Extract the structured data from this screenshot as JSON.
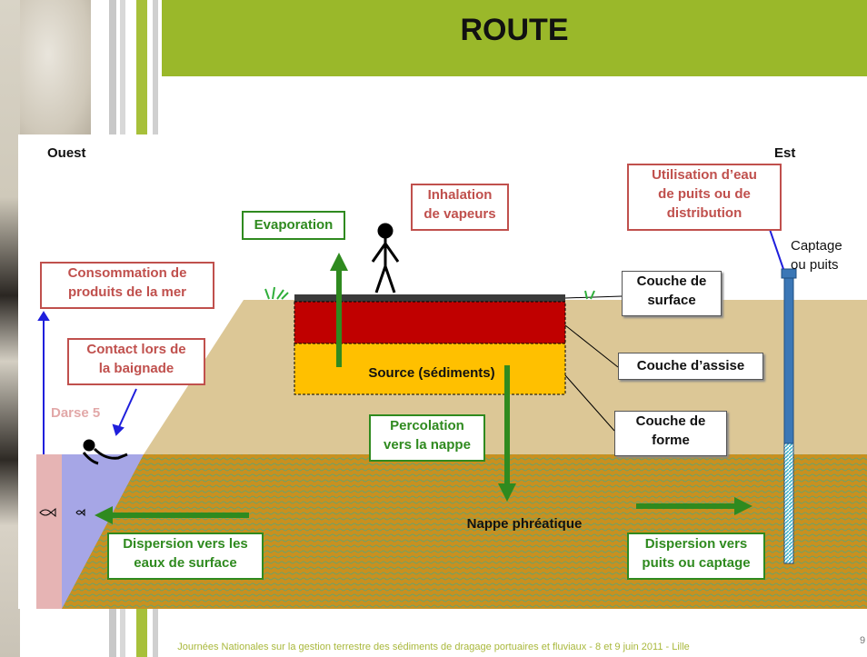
{
  "slide": {
    "title": "ROUTE",
    "footer": "Journées Nationales sur la gestion terrestre des sédiments de dragage portuaires et fluviaux - 8 et 9 juin 2011 - Lille",
    "page_number": "9"
  },
  "diagram": {
    "west": "Ouest",
    "east": "Est",
    "inhalation": "Inhalation\nde vapeurs",
    "evaporation": "Evaporation",
    "well_use": "Utilisation d’eau\nde puits ou de\ndistribution",
    "well": "Captage\nou puits",
    "seafood": "Consommation de\nproduits de la mer",
    "swimming": "Contact lors de\nla baignade",
    "darse": "Darse 5",
    "source": "Source (sédiments)",
    "surface_layer": "Couche de\nsurface",
    "base_layer": "Couche d’assise",
    "form_layer": "Couche de\nforme",
    "percolation": "Percolation\nvers la nappe",
    "water_table": "Nappe phréatique",
    "dispersion_surface": "Dispersion vers les\neaux de surface",
    "dispersion_well": "Dispersion vers\npuits ou captage"
  },
  "colors": {
    "title_bar": "#9ab82a",
    "red_label": "#c0504d",
    "green_label": "#2f8a1f",
    "soil": "#dcc796",
    "groundwater": "#c98a1e",
    "surface_layer": "#c00000",
    "source_layer": "#ffc000",
    "sea": "#a6a6e6",
    "darse": "#e6b4b4"
  }
}
